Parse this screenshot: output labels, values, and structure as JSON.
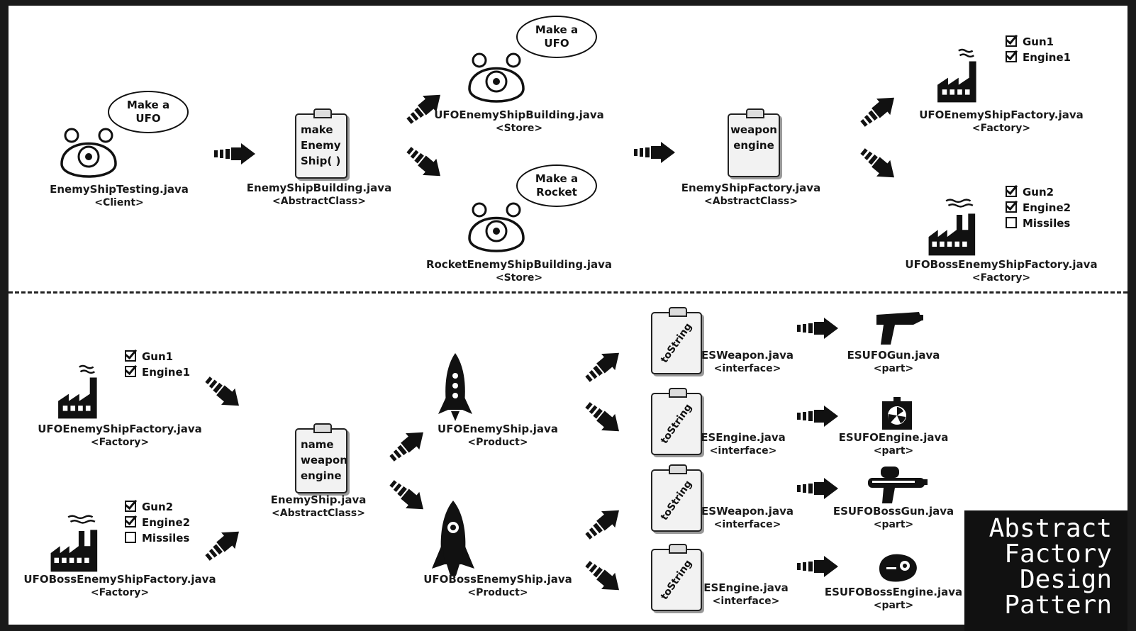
{
  "diagram": {
    "title_lines": [
      "Abstract",
      "Factory",
      "Design",
      "Pattern"
    ],
    "top": {
      "client": {
        "name": "EnemyShipTesting.java",
        "role": "<Client>",
        "bubble": [
          "Make a",
          "UFO"
        ]
      },
      "abstract_building": {
        "name": "EnemyShipBuilding.java",
        "role": "<AbstractClass>",
        "clip_lines": [
          "make",
          "Enemy",
          "Ship( )"
        ]
      },
      "ufo_store": {
        "name": "UFOEnemyShipBuilding.java",
        "role": "<Store>",
        "bubble": [
          "Make a",
          "UFO"
        ]
      },
      "rocket_store": {
        "name": "RocketEnemyShipBuilding.java",
        "role": "<Store>",
        "bubble": [
          "Make a",
          "Rocket"
        ]
      },
      "abstract_factory": {
        "name": "EnemyShipFactory.java",
        "role": "<AbstractClass>",
        "clip_lines": [
          "weapon",
          "engine"
        ]
      },
      "ufo_factory": {
        "name": "UFOEnemyShipFactory.java",
        "role": "<Factory>",
        "checks": [
          {
            "label": "Gun1",
            "checked": true
          },
          {
            "label": "Engine1",
            "checked": true
          }
        ]
      },
      "boss_factory": {
        "name": "UFOBossEnemyShipFactory.java",
        "role": "<Factory>",
        "checks": [
          {
            "label": "Gun2",
            "checked": true
          },
          {
            "label": "Engine2",
            "checked": true
          },
          {
            "label": "Missiles",
            "checked": false
          }
        ]
      }
    },
    "bottom": {
      "ufo_factory": {
        "name": "UFOEnemyShipFactory.java",
        "role": "<Factory>",
        "checks": [
          {
            "label": "Gun1",
            "checked": true
          },
          {
            "label": "Engine1",
            "checked": true
          }
        ]
      },
      "boss_factory": {
        "name": "UFOBossEnemyShipFactory.java",
        "role": "<Factory>",
        "checks": [
          {
            "label": "Gun2",
            "checked": true
          },
          {
            "label": "Engine2",
            "checked": true
          },
          {
            "label": "Missiles",
            "checked": false
          }
        ]
      },
      "enemy_ship": {
        "name": "EnemyShip.java",
        "role": "<AbstractClass>",
        "clip_lines": [
          "name",
          "weapon",
          "engine"
        ]
      },
      "ufo_ship": {
        "name": "UFOEnemyShip.java",
        "role": "<Product>"
      },
      "boss_ship": {
        "name": "UFOBossEnemyShip.java",
        "role": "<Product>"
      },
      "interfaces": [
        {
          "name": "ESWeapon.java",
          "role": "<interface>",
          "clip_text": "toString"
        },
        {
          "name": "ESEngine.java",
          "role": "<interface>",
          "clip_text": "toString"
        },
        {
          "name": "ESWeapon.java",
          "role": "<interface>",
          "clip_text": "toString"
        },
        {
          "name": "ESEngine.java",
          "role": "<interface>",
          "clip_text": "toString"
        }
      ],
      "parts": [
        {
          "name": "ESUFOGun.java",
          "role": "<part>"
        },
        {
          "name": "ESUFOEngine.java",
          "role": "<part>"
        },
        {
          "name": "ESUFOBossGun.java",
          "role": "<part>"
        },
        {
          "name": "ESUFOBossEngine.java",
          "role": "<part>"
        }
      ]
    }
  }
}
